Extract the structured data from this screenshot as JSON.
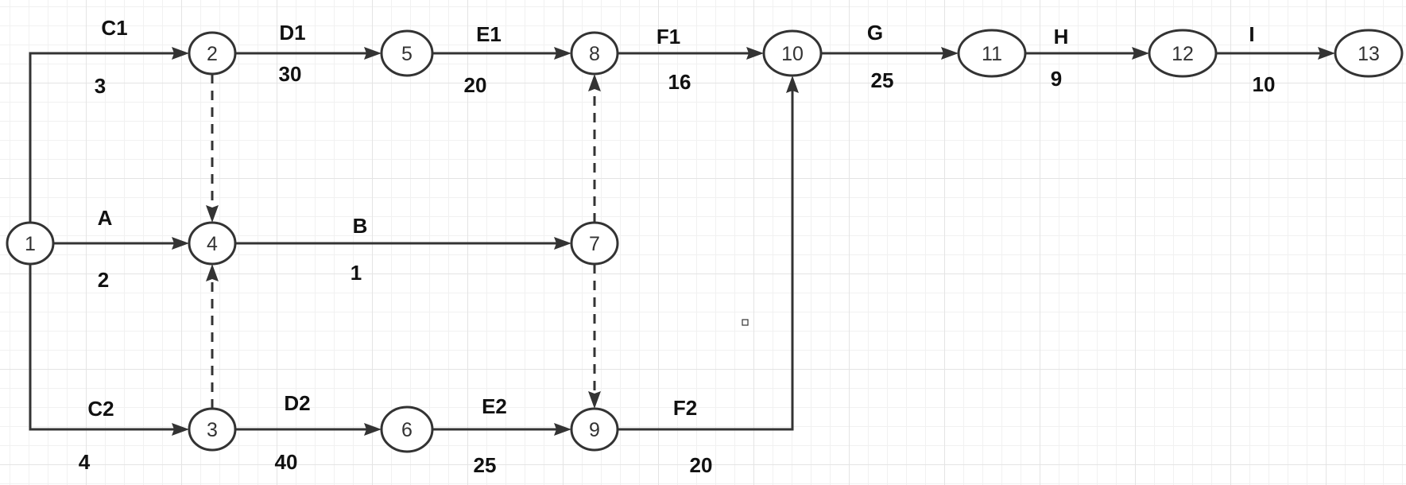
{
  "nodes": [
    {
      "id": "1",
      "label": "1"
    },
    {
      "id": "2",
      "label": "2"
    },
    {
      "id": "3",
      "label": "3"
    },
    {
      "id": "4",
      "label": "4"
    },
    {
      "id": "5",
      "label": "5"
    },
    {
      "id": "6",
      "label": "6"
    },
    {
      "id": "7",
      "label": "7"
    },
    {
      "id": "8",
      "label": "8"
    },
    {
      "id": "9",
      "label": "9"
    },
    {
      "id": "10",
      "label": "10"
    },
    {
      "id": "11",
      "label": "11"
    },
    {
      "id": "12",
      "label": "12"
    },
    {
      "id": "13",
      "label": "13"
    }
  ],
  "activities": [
    {
      "from": "1",
      "to": "2",
      "name": "C1",
      "duration": "3"
    },
    {
      "from": "1",
      "to": "4",
      "name": "A",
      "duration": "2"
    },
    {
      "from": "1",
      "to": "3",
      "name": "C2",
      "duration": "4"
    },
    {
      "from": "2",
      "to": "5",
      "name": "D1",
      "duration": "30"
    },
    {
      "from": "4",
      "to": "7",
      "name": "B",
      "duration": "1"
    },
    {
      "from": "3",
      "to": "6",
      "name": "D2",
      "duration": "40"
    },
    {
      "from": "5",
      "to": "8",
      "name": "E1",
      "duration": "20"
    },
    {
      "from": "6",
      "to": "9",
      "name": "E2",
      "duration": "25"
    },
    {
      "from": "8",
      "to": "10",
      "name": "F1",
      "duration": "16"
    },
    {
      "from": "9",
      "to": "10",
      "name": "F2",
      "duration": "20"
    },
    {
      "from": "10",
      "to": "11",
      "name": "G",
      "duration": "25"
    },
    {
      "from": "11",
      "to": "12",
      "name": "H",
      "duration": "9"
    },
    {
      "from": "12",
      "to": "13",
      "name": "I",
      "duration": "10"
    }
  ],
  "dummies": [
    {
      "from": "2",
      "to": "4"
    },
    {
      "from": "3",
      "to": "4"
    },
    {
      "from": "7",
      "to": "8"
    },
    {
      "from": "7",
      "to": "9"
    }
  ]
}
